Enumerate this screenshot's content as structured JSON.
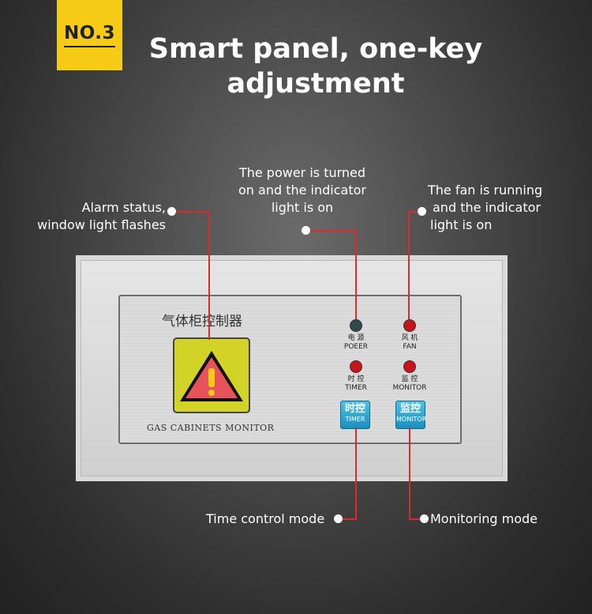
{
  "badge": "NO.3",
  "title_line1": "Smart panel, one-key",
  "title_line2": "adjustment",
  "callouts": {
    "power": [
      "The power is turned",
      "on and the indicator",
      "light is on"
    ],
    "alarm": [
      "Alarm status,",
      "window light flashes"
    ],
    "fan": [
      "The fan is running",
      "and the indicator",
      "light is on"
    ],
    "time": "Time control mode",
    "monitor": "Monitoring mode"
  },
  "panel": {
    "title_cn": "气体柜控制器",
    "label_en": "GAS CABINETS MONITOR",
    "indicators": [
      {
        "cn": "电 源",
        "en": "POEER",
        "color": "#2f4a4a"
      },
      {
        "cn": "风 机",
        "en": "FAN",
        "color": "#c8141a"
      },
      {
        "cn": "时 控",
        "en": "TIMER",
        "color": "#c8141a"
      },
      {
        "cn": "监 控",
        "en": "MONITOR",
        "color": "#c8141a"
      }
    ],
    "buttons": [
      {
        "cn": "时控",
        "en": "TIMER"
      },
      {
        "cn": "监控",
        "en": "MONITOR"
      }
    ]
  },
  "colors": {
    "accent": "#f6cb16",
    "line": "#d82c2c",
    "button": "#2aa8d8"
  }
}
